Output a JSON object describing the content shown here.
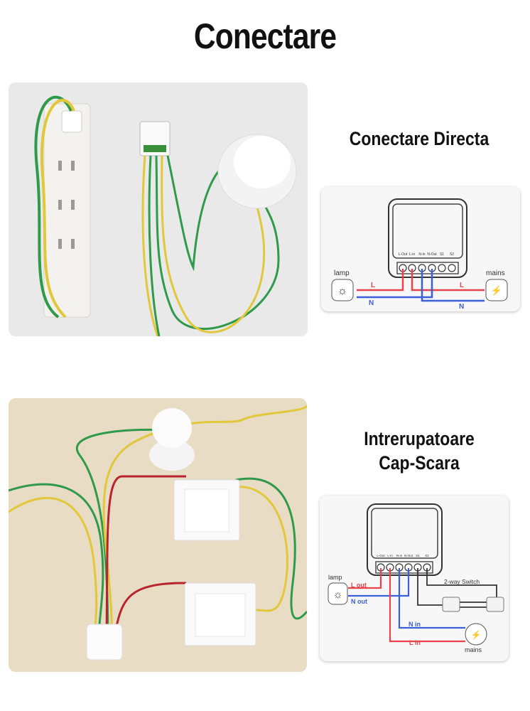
{
  "title": "Conectare",
  "section1": {
    "heading": "Conectare Directa",
    "diagram": {
      "terminals": [
        "L-Out",
        "L-in",
        "N-in",
        "N-Out",
        "S1",
        "S2"
      ],
      "lamp_label": "lamp",
      "mains_label": "mains",
      "wire_left_L": "L",
      "wire_left_N": "N",
      "wire_right_L": "L",
      "wire_right_N": "N"
    }
  },
  "section2": {
    "heading_line1": "Intrerupatoare",
    "heading_line2": "Cap-Scara",
    "diagram": {
      "terminals": [
        "L-Out",
        "L-in",
        "N-in",
        "N-Out",
        "S1",
        "S2"
      ],
      "lamp_label": "lamp",
      "mains_label": "mains",
      "l_out": "L out",
      "n_out": "N out",
      "n_in": "N in",
      "l_in": "L in",
      "switch_label": "2-way Switch"
    }
  },
  "colors": {
    "live": "#e8424a",
    "neutral": "#3a5fd8",
    "wire_green": "#2f9a4a",
    "wire_yellow": "#e2c73a",
    "wire_red": "#b8232e"
  }
}
